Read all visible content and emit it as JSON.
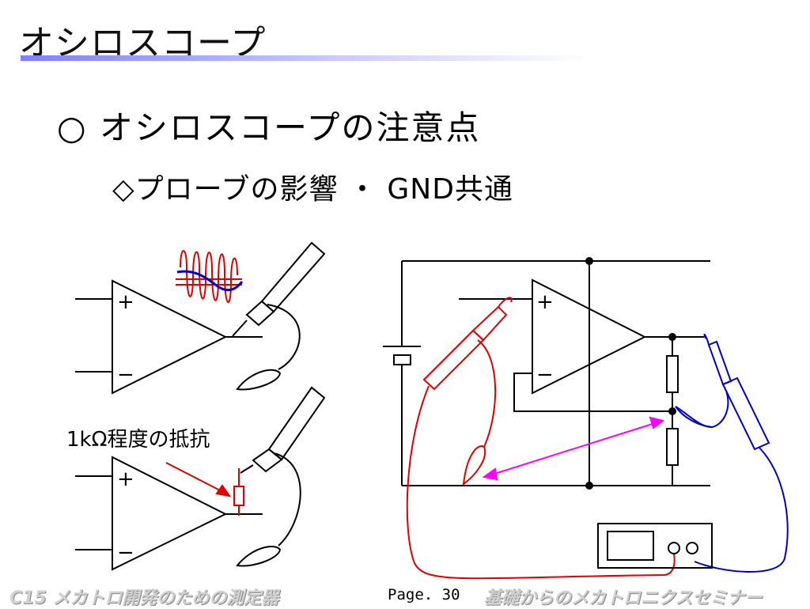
{
  "slide": {
    "title": "オシロスコープ",
    "heading": "○ オシロスコープの注意点",
    "subheading": "◇プローブの影響 ・ GND共通",
    "resistor_note": "1kΩ程度の抵抗",
    "opamp_plus": "+",
    "opamp_minus": "−"
  },
  "footer": {
    "left": "C15 メカトロ開発のための測定器",
    "page": "Page. 30",
    "right": "基礎からのメカトロニクスセミナー"
  },
  "colors": {
    "accent_rule": "#8080ff",
    "probe_red": "#e00000",
    "probe_blue": "#0000c8",
    "arrow_magenta": "#ff00ff",
    "annotation_red": "#e00000"
  }
}
